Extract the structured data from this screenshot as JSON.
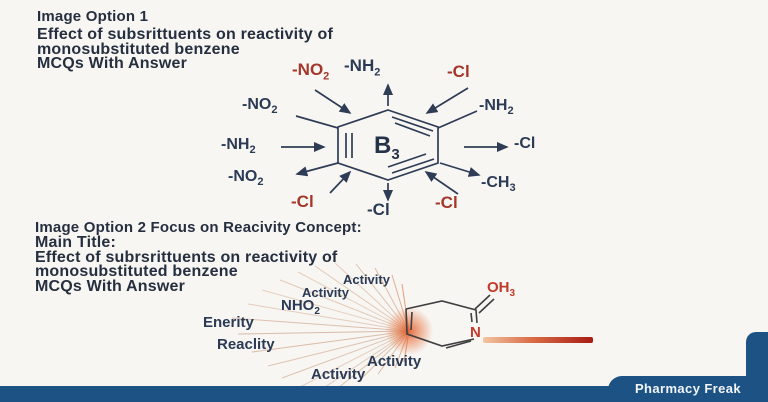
{
  "option1": {
    "heading": "Image Option 1",
    "line1": "Effect of subsrittuents on reactivity of",
    "line2": "monosubstituted benzene",
    "line3": "MCQs With Answer",
    "ring": {
      "label": "B",
      "sub": "3"
    },
    "labels": {
      "no2_top": {
        "text": "-NO",
        "sub": "2"
      },
      "nh2_top": {
        "text": "-NH",
        "sub": "2"
      },
      "cl_top": {
        "text": "-Cl",
        "sub": ""
      },
      "no2_upper_left": {
        "text": "-NO",
        "sub": "2"
      },
      "nh2_upper_right": {
        "text": "-NH",
        "sub": "2"
      },
      "nh2_left": {
        "text": "-NH",
        "sub": "2"
      },
      "cl_right": {
        "text": "-Cl",
        "sub": ""
      },
      "no2_lower_left": {
        "text": "-NO",
        "sub": "2"
      },
      "ch3_lower_right": {
        "text": "-CH",
        "sub": "3"
      },
      "cl_bottom_left": {
        "text": "-Cl",
        "sub": ""
      },
      "cl_bottom_center": {
        "text": "-Cl",
        "sub": ""
      },
      "cl_bottom_right": {
        "text": "-Cl",
        "sub": ""
      }
    }
  },
  "option2": {
    "heading": "Image Option 2 Focus on Reacivity Concept:",
    "subheading": "Main Title:",
    "line1": "Effect of subrsrittuents on reactivity of",
    "line2": "monosubstituted benzene",
    "line3": "MCQs With Answer",
    "ring_atom": "N",
    "oh": {
      "text": "OH",
      "sub": "3"
    },
    "fan_labels": {
      "activity_1": "Activity",
      "activity_2": "Activity",
      "nho2": {
        "text": "NHO",
        "sub": "2"
      },
      "enerity": "Enerity",
      "reaclity": "Reaclity",
      "activity_3": "Activity",
      "activity_4": "Activity"
    }
  },
  "footer": {
    "brand": "Pharmacy Freak"
  },
  "colors": {
    "background": "#f7f6f3",
    "heading_navy": "#262f3f",
    "label_navy": "#2b3a55",
    "label_red": "#a5372a",
    "accent_red": "#c23b2a",
    "footer_blue": "#1d5285",
    "fan_orange": "#d96b3c",
    "bar_gradient_start": "#f2c5a0",
    "bar_gradient_end": "#a81c14"
  }
}
